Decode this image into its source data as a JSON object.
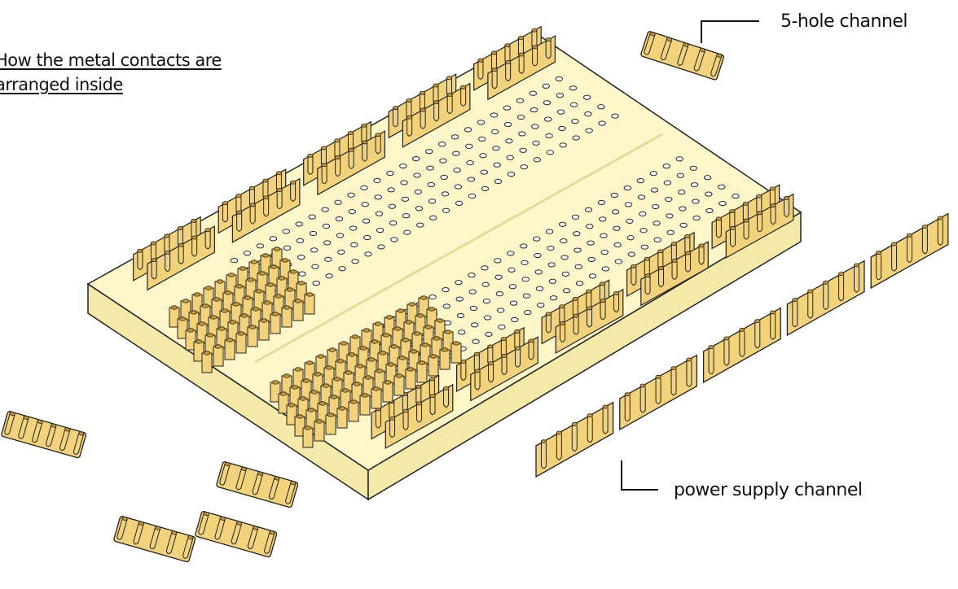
{
  "diagram": {
    "title_lines": [
      "How the metal contacts are",
      "arranged inside"
    ],
    "labels": {
      "five_hole": "5-hole channel",
      "power_supply": "power supply channel"
    },
    "colors": {
      "body_fill": "#fff7c9",
      "body_side": "#f4e9a8",
      "contact_fill": "#f2d27a",
      "contact_dark": "#c99a34",
      "stroke": "#222222",
      "hole_fill": "#ffffff"
    }
  }
}
